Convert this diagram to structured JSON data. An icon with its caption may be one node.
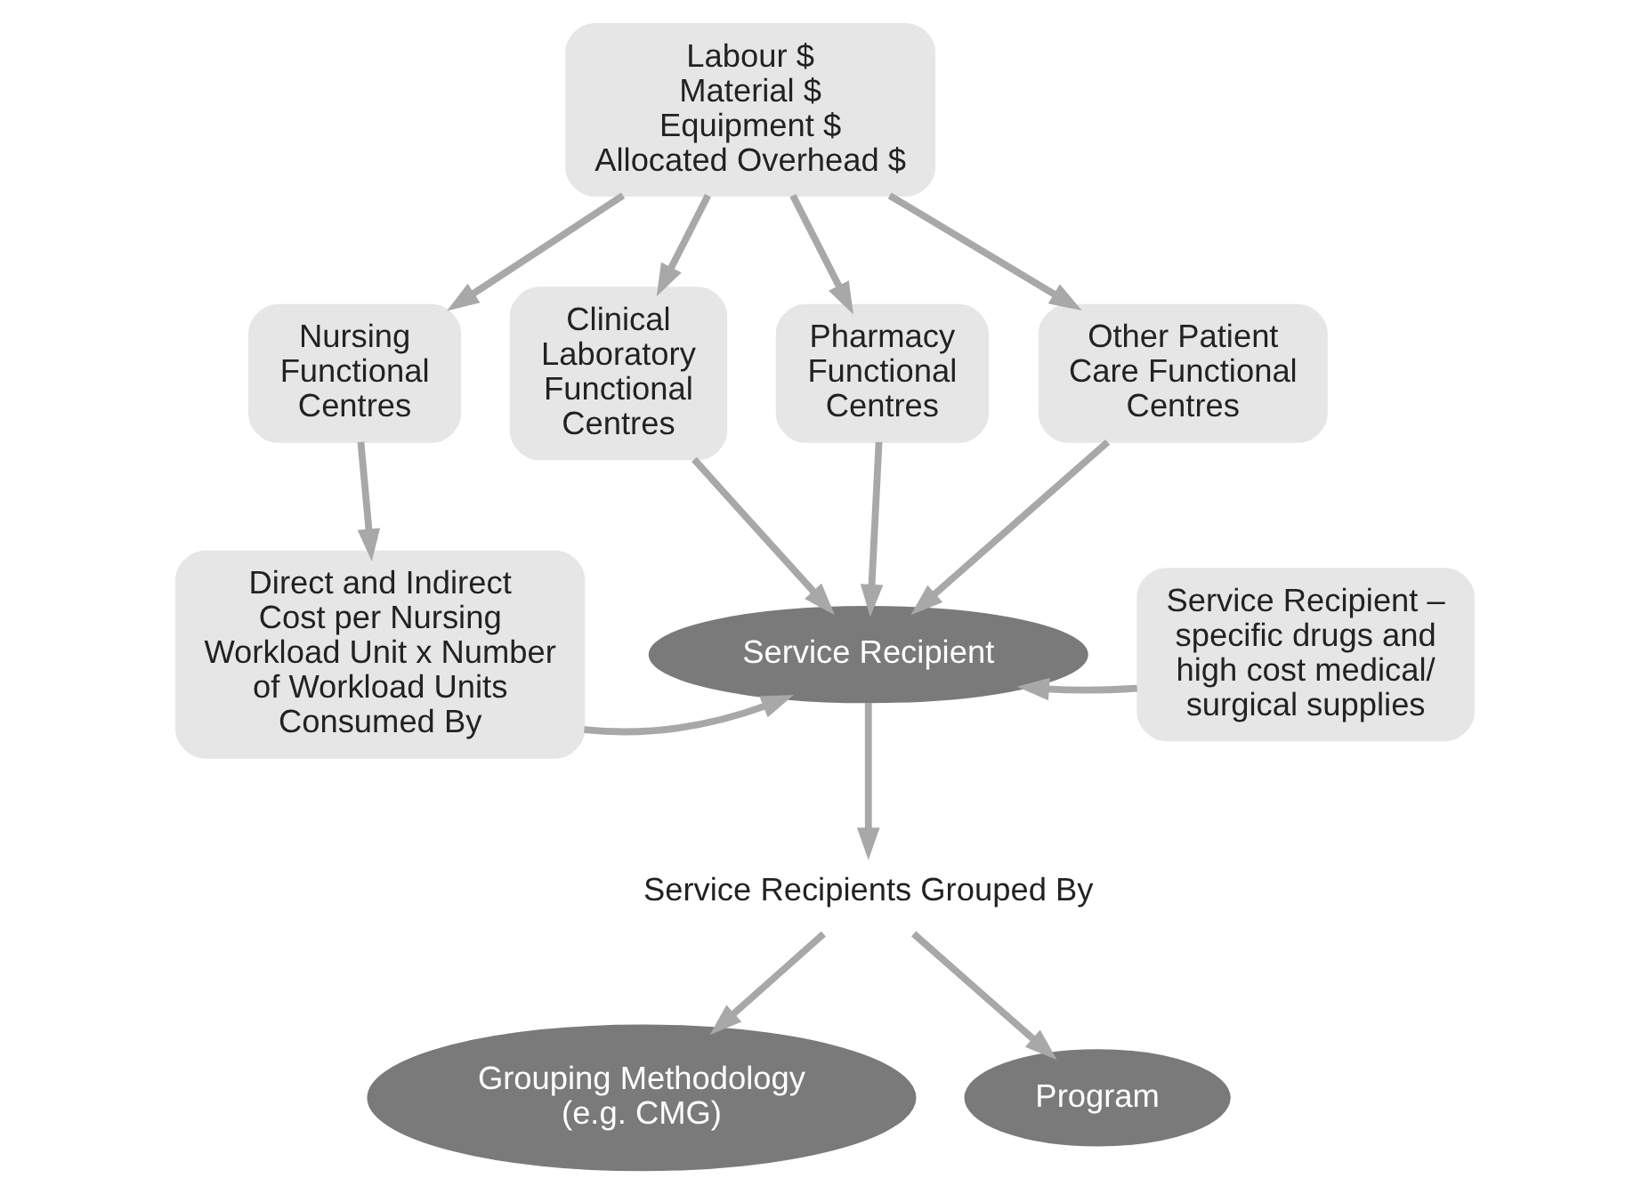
{
  "diagram": {
    "nodes": [
      {
        "text": [
          "Labour $",
          "Material $",
          "Equipment $",
          "Allocated Overhead $"
        ]
      },
      {
        "text": [
          "Nursing Functional Centres"
        ]
      },
      {
        "text": [
          "Clinical Laboratory Functional Centres"
        ]
      },
      {
        "text": [
          "Pharmacy Functional Centres"
        ]
      },
      {
        "text": [
          "Other Patient Care Functional Centres"
        ]
      },
      {
        "text": [
          "Direct and Indirect Cost per Nursing Workload Unit x Number of Workload Units Consumed By"
        ]
      },
      {
        "text": [
          "Service Recipient"
        ]
      },
      {
        "text": [
          "Service Recipient – specific drugs and high cost medical/ surgical supplies"
        ]
      },
      {
        "text": [
          "Service Recipients Grouped By"
        ]
      },
      {
        "text": [
          "Grouping Methodology (e.g. CMG)"
        ]
      },
      {
        "text": [
          "Program"
        ]
      }
    ],
    "edges": [
      {
        "from": 0,
        "to": 1,
        "arrow": "to"
      },
      {
        "from": 0,
        "to": 2,
        "arrow": "to"
      },
      {
        "from": 0,
        "to": 3,
        "arrow": "to"
      },
      {
        "from": 0,
        "to": 4,
        "arrow": "to"
      },
      {
        "from": 1,
        "to": 5,
        "arrow": "to"
      },
      {
        "from": 2,
        "to": 6,
        "arrow": "to"
      },
      {
        "from": 3,
        "to": 6,
        "arrow": "to"
      },
      {
        "from": 4,
        "to": 6,
        "arrow": "to"
      },
      {
        "from": 5,
        "to": 6,
        "arrow": "to"
      },
      {
        "from": 7,
        "to": 6,
        "arrow": "to"
      },
      {
        "from": 6,
        "to": 8,
        "arrow": "to"
      },
      {
        "from": 8,
        "to": 9,
        "arrow": "to"
      },
      {
        "from": 8,
        "to": 10,
        "arrow": "to"
      }
    ]
  }
}
